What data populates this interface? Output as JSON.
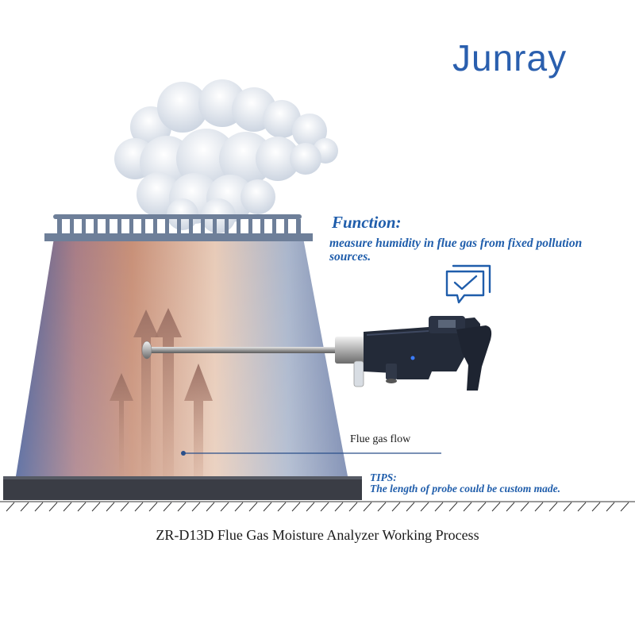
{
  "brand": {
    "logo_text": "Junray"
  },
  "function_box": {
    "title": "Function:",
    "description": "measure humidity in flue gas from fixed pollution sources."
  },
  "labels": {
    "flue_gas_flow": "Flue gas flow"
  },
  "tips": {
    "title": "TIPS:",
    "text": "The length of probe could be custom made."
  },
  "caption": "ZR-D13D Flue Gas Moisture Analyzer Working Process",
  "colors": {
    "brand_blue": "#2a5fae",
    "text_blue": "#1f5dab",
    "chimney_warm": "#c88f78",
    "chimney_cool": "#5a6fa0",
    "railing": "#6e7f99",
    "base": "#3a3d45",
    "device_body": "#232a38",
    "smoke": "#dde4ee"
  },
  "icons": [
    "checklist-icon",
    "arrow-up-icon"
  ]
}
